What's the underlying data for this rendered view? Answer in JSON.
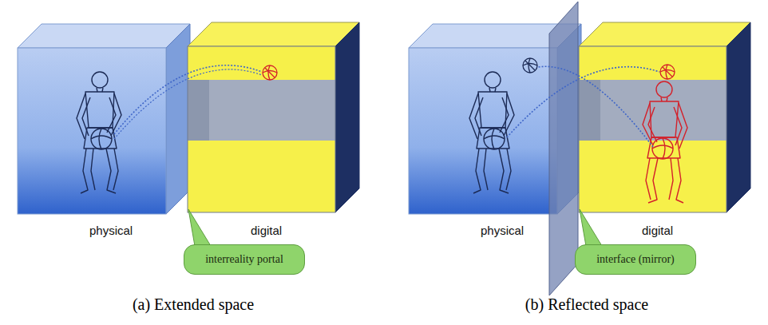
{
  "diagram": {
    "nodes": [
      {
        "text": [
          "interreality portal"
        ]
      },
      {
        "text": [
          "interface (mirror)"
        ]
      }
    ],
    "labels": [
      "physical",
      "digital",
      "physical",
      "digital",
      "(a) Extended space",
      "(b) Reflected space"
    ]
  }
}
